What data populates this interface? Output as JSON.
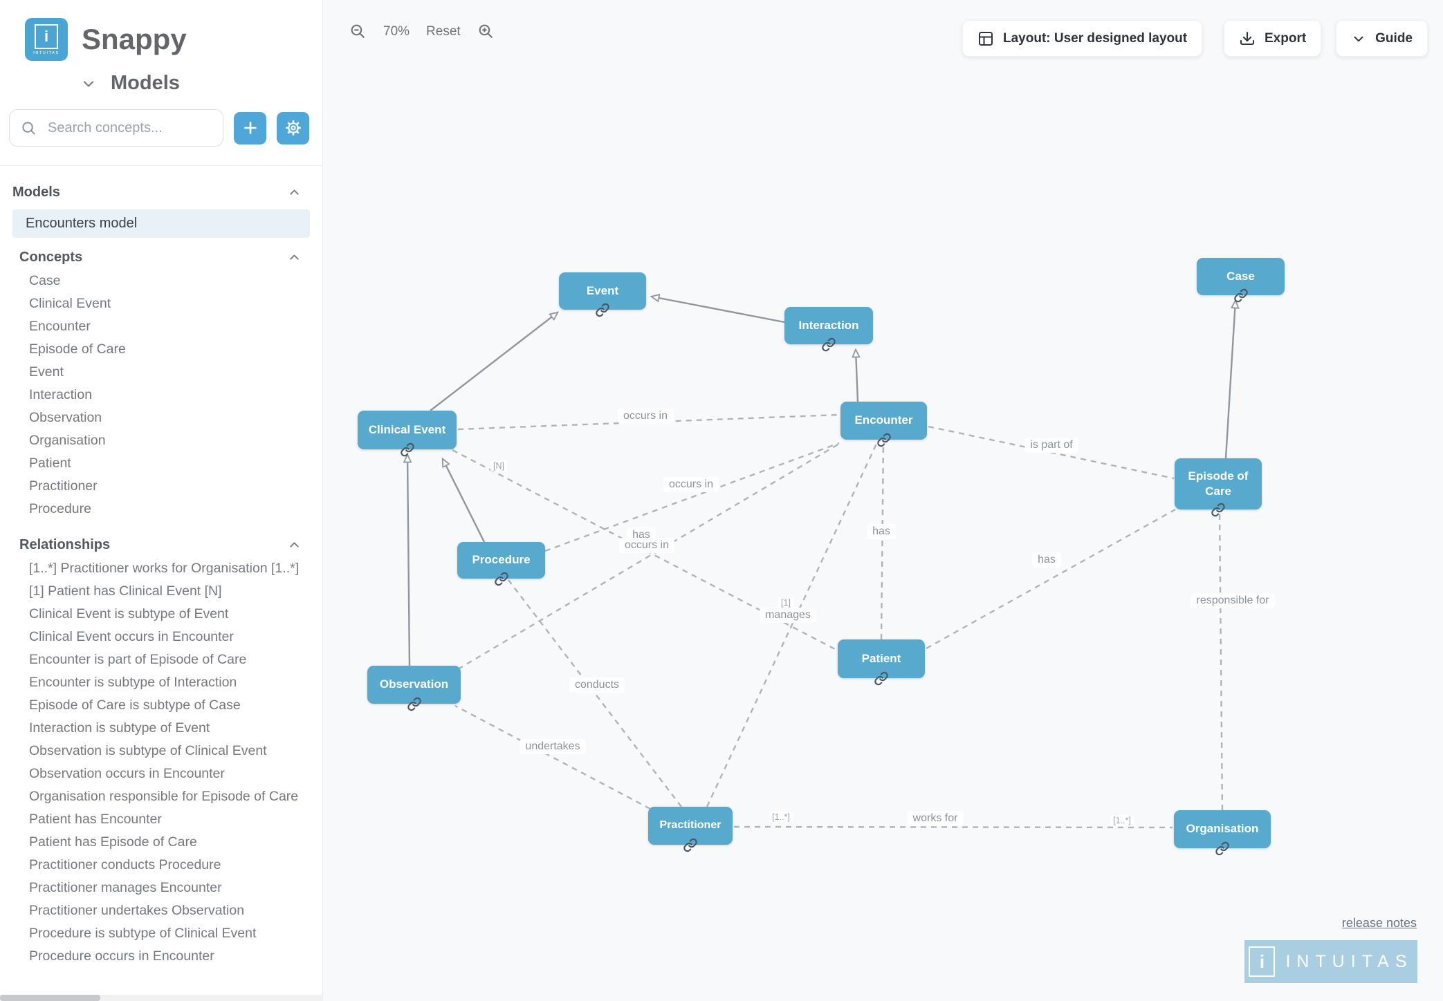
{
  "app": {
    "brand": "Snappy",
    "nav_title": "Models"
  },
  "sidebar": {
    "search_placeholder": "Search concepts...",
    "models_header": "Models",
    "selected_model": "Encounters model",
    "concepts_header": "Concepts",
    "concepts": [
      "Case",
      "Clinical Event",
      "Encounter",
      "Episode of Care",
      "Event",
      "Interaction",
      "Observation",
      "Organisation",
      "Patient",
      "Practitioner",
      "Procedure"
    ],
    "relationships_header": "Relationships",
    "relationships": [
      "[1..*] Practitioner works for Organisation [1..*]",
      "[1] Patient has Clinical Event [N]",
      "Clinical Event is subtype of Event",
      "Clinical Event occurs in Encounter",
      "Encounter is part of Episode of Care",
      "Encounter is subtype of Interaction",
      "Episode of Care is subtype of Case",
      "Interaction is subtype of Event",
      "Observation is subtype of Clinical Event",
      "Observation occurs in Encounter",
      "Organisation responsible for Episode of Care",
      "Patient has Encounter",
      "Patient has Episode of Care",
      "Practitioner conducts Procedure",
      "Practitioner manages Encounter",
      "Practitioner undertakes Observation",
      "Procedure is subtype of Clinical Event",
      "Procedure occurs in Encounter"
    ]
  },
  "toolbar": {
    "zoom_level": "70%",
    "reset_label": "Reset",
    "layout_button": "Layout: User designed layout",
    "export_button": "Export",
    "guide_button": "Guide"
  },
  "footer": {
    "release_notes": "release notes",
    "logo_text": "INTUITAS"
  },
  "colors": {
    "node_fill": "#57A9CE",
    "accent_button": "#4FA6D8",
    "selected_item_bg": "#E8F1F8",
    "canvas_bg": "#F8F9FA",
    "edge_dashed": "#ADB4BC",
    "edge_solid": "#8F969E",
    "footer_logo_bg": "#A9CEE2"
  },
  "diagram": {
    "nodes": [
      {
        "id": "event",
        "label": "Event"
      },
      {
        "id": "interaction",
        "label": "Interaction"
      },
      {
        "id": "case",
        "label": "Case"
      },
      {
        "id": "clinical-event",
        "label": "Clinical Event"
      },
      {
        "id": "encounter",
        "label": "Encounter"
      },
      {
        "id": "episode-of-care",
        "label": "Episode of Care"
      },
      {
        "id": "procedure",
        "label": "Procedure"
      },
      {
        "id": "patient",
        "label": "Patient"
      },
      {
        "id": "observation",
        "label": "Observation"
      },
      {
        "id": "practitioner",
        "label": "Practitioner"
      },
      {
        "id": "organisation",
        "label": "Organisation"
      }
    ],
    "edges": [
      {
        "from": "Clinical Event",
        "to": "Event",
        "type": "subtype"
      },
      {
        "from": "Interaction",
        "to": "Event",
        "type": "subtype"
      },
      {
        "from": "Encounter",
        "to": "Interaction",
        "type": "subtype"
      },
      {
        "from": "Episode of Care",
        "to": "Case",
        "type": "subtype"
      },
      {
        "from": "Observation",
        "to": "Clinical Event",
        "type": "subtype"
      },
      {
        "from": "Procedure",
        "to": "Clinical Event",
        "type": "subtype"
      },
      {
        "from": "Clinical Event",
        "to": "Encounter",
        "label": "occurs in",
        "type": "association"
      },
      {
        "from": "Patient",
        "to": "Clinical Event",
        "label": "has",
        "cardinality_from": "[1]",
        "cardinality_to": "[N]",
        "type": "association"
      },
      {
        "from": "Procedure",
        "to": "Encounter",
        "label": "occurs in",
        "type": "association"
      },
      {
        "from": "Observation",
        "to": "Encounter",
        "label": "occurs in",
        "type": "association"
      },
      {
        "from": "Patient",
        "to": "Encounter",
        "label": "has",
        "type": "association"
      },
      {
        "from": "Patient",
        "to": "Episode of Care",
        "label": "has",
        "type": "association"
      },
      {
        "from": "Encounter",
        "to": "Episode of Care",
        "label": "is part of",
        "type": "association"
      },
      {
        "from": "Practitioner",
        "to": "Encounter",
        "label": "manages",
        "cardinality_from": "[1]",
        "type": "association"
      },
      {
        "from": "Practitioner",
        "to": "Procedure",
        "label": "conducts",
        "type": "association"
      },
      {
        "from": "Practitioner",
        "to": "Observation",
        "label": "undertakes",
        "type": "association"
      },
      {
        "from": "Practitioner",
        "to": "Organisation",
        "label": "works for",
        "cardinality_from": "[1..*]",
        "cardinality_to": "[1..*]",
        "type": "association"
      },
      {
        "from": "Organisation",
        "to": "Episode of Care",
        "label": "responsible for",
        "type": "association"
      }
    ]
  }
}
